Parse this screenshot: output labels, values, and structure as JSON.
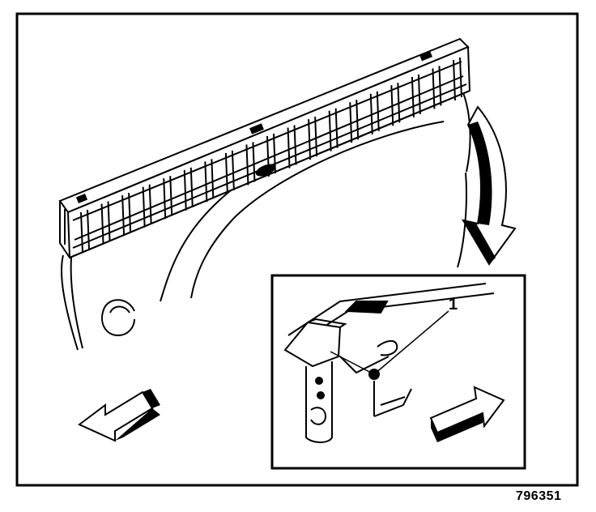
{
  "figure": {
    "id_label": "796351",
    "callout_number": "1",
    "colors": {
      "ink": "#000000",
      "paper": "#ffffff",
      "shade": "#3a3a3a"
    }
  },
  "parts": {
    "main_view": "pickup-box-side-top-rail-cap",
    "detail_view": "rail-cap-front-end-fastener",
    "arrows": [
      "front-direction-arrow",
      "rear-direction-arrow",
      "detail-pointer-arrow"
    ]
  }
}
